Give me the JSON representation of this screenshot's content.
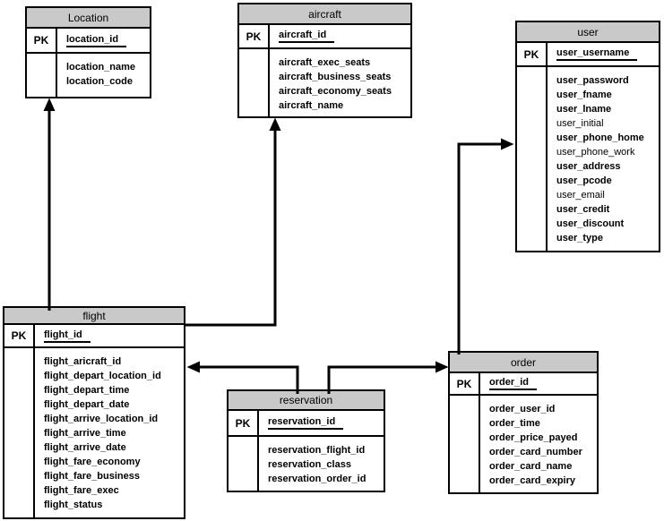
{
  "diagram": {
    "kind": "entity-relationship-diagram",
    "colors": {
      "header_fill": "#c9c9c9",
      "border": "#000000",
      "background": "#ffffff",
      "text": "#000000"
    },
    "tables": [
      {
        "id": "location",
        "name": "Location",
        "pk_label": "PK",
        "pk_field": "location_id",
        "fields": [
          {
            "text": "location_name",
            "bold": true
          },
          {
            "text": "location_code",
            "bold": true
          }
        ]
      },
      {
        "id": "aircraft",
        "name": "aircraft",
        "pk_label": "PK",
        "pk_field": "aircraft_id",
        "fields": [
          {
            "text": "aircraft_exec_seats",
            "bold": true
          },
          {
            "text": "aircraft_business_seats",
            "bold": true
          },
          {
            "text": "aircraft_economy_seats",
            "bold": true
          },
          {
            "text": "aircraft_name",
            "bold": true
          }
        ]
      },
      {
        "id": "user",
        "name": "user",
        "pk_label": "PK",
        "pk_field": "user_username",
        "fields": [
          {
            "text": "user_password",
            "bold": true
          },
          {
            "text": "user_fname",
            "bold": true
          },
          {
            "text": "user_lname",
            "bold": true
          },
          {
            "text": "user_initial",
            "bold": false
          },
          {
            "text": "user_phone_home",
            "bold": true
          },
          {
            "text": "user_phone_work",
            "bold": false
          },
          {
            "text": "user_address",
            "bold": true
          },
          {
            "text": "user_pcode",
            "bold": true
          },
          {
            "text": "user_email",
            "bold": false
          },
          {
            "text": "user_credit",
            "bold": true
          },
          {
            "text": "user_discount",
            "bold": true
          },
          {
            "text": "user_type",
            "bold": true
          }
        ]
      },
      {
        "id": "flight",
        "name": "flight",
        "pk_label": "PK",
        "pk_field": "flight_id",
        "fields": [
          {
            "text": "flight_aricraft_id",
            "bold": true
          },
          {
            "text": "flight_depart_location_id",
            "bold": true
          },
          {
            "text": "flight_depart_time",
            "bold": true
          },
          {
            "text": "flight_depart_date",
            "bold": true
          },
          {
            "text": "flight_arrive_location_id",
            "bold": true
          },
          {
            "text": "flight_arrive_time",
            "bold": true
          },
          {
            "text": "flight_arrive_date",
            "bold": true
          },
          {
            "text": "flight_fare_economy",
            "bold": true
          },
          {
            "text": "flight_fare_business",
            "bold": true
          },
          {
            "text": "flight_fare_exec",
            "bold": true
          },
          {
            "text": "flight_status",
            "bold": true
          }
        ]
      },
      {
        "id": "reservation",
        "name": "reservation",
        "pk_label": "PK",
        "pk_field": "reservation_id",
        "fields": [
          {
            "text": "reservation_flight_id",
            "bold": true
          },
          {
            "text": "reservation_class",
            "bold": true
          },
          {
            "text": "reservation_order_id",
            "bold": true
          }
        ]
      },
      {
        "id": "order",
        "name": "order",
        "pk_label": "PK",
        "pk_field": "order_id",
        "fields": [
          {
            "text": "order_user_id",
            "bold": true
          },
          {
            "text": "order_time",
            "bold": true
          },
          {
            "text": "order_price_payed",
            "bold": true
          },
          {
            "text": "order_card_number",
            "bold": true
          },
          {
            "text": "order_card_name",
            "bold": true
          },
          {
            "text": "order_card_expiry",
            "bold": true
          }
        ]
      }
    ],
    "relationships": [
      {
        "from": "flight",
        "to": "Location"
      },
      {
        "from": "flight",
        "to": "aircraft"
      },
      {
        "from": "reservation",
        "to": "flight"
      },
      {
        "from": "reservation",
        "to": "order"
      },
      {
        "from": "order",
        "to": "user"
      }
    ]
  }
}
